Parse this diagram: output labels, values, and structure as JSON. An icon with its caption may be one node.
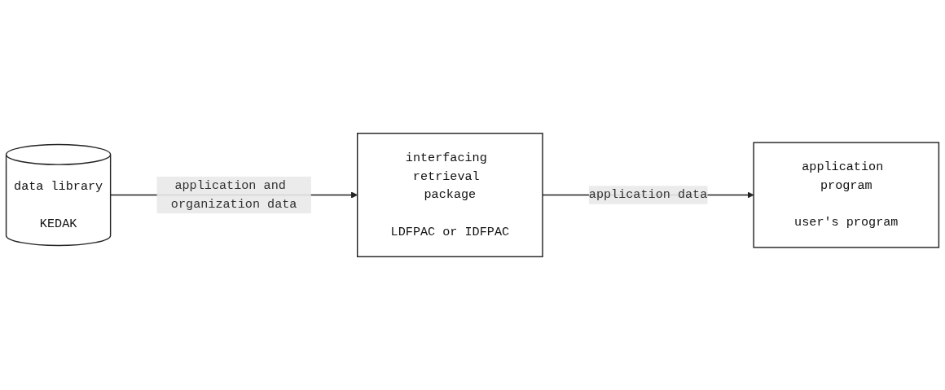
{
  "diagram": {
    "nodes": [
      {
        "text": [
          "data library",
          "KEDAK"
        ]
      },
      {
        "text": [
          "interfacing retrieval package",
          "LDFPAC or IDFPAC"
        ]
      },
      {
        "text": [
          "application program",
          "user's program"
        ]
      }
    ],
    "edges": [
      {
        "from": 0,
        "to": 1,
        "arrow": "to",
        "label": "application and organization data"
      },
      {
        "from": 1,
        "to": 2,
        "arrow": "to",
        "label": "application data"
      }
    ]
  }
}
